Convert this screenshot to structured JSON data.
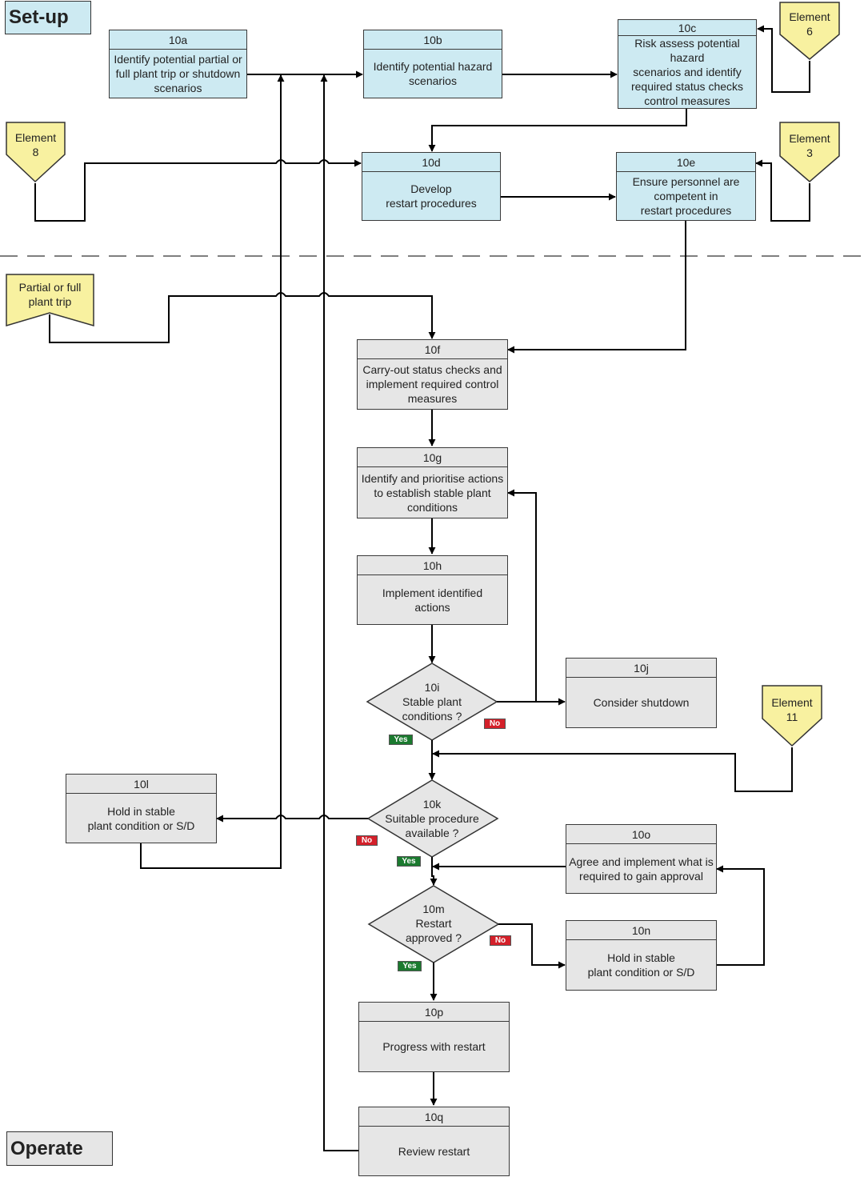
{
  "phases": {
    "setup": "Set-up",
    "operate": "Operate"
  },
  "boxes": {
    "b10a": {
      "id": "10a",
      "text": "Identify potential partial or\nfull plant trip or shutdown\nscenarios"
    },
    "b10b": {
      "id": "10b",
      "text": "Identify potential hazard\nscenarios"
    },
    "b10c": {
      "id": "10c",
      "text": "Risk assess potential hazard\nscenarios and identify\nrequired status checks\ncontrol measures"
    },
    "b10d": {
      "id": "10d",
      "text": "Develop\nrestart procedures"
    },
    "b10e": {
      "id": "10e",
      "text": "Ensure personnel are\ncompetent in\nrestart procedures"
    },
    "b10f": {
      "id": "10f",
      "text": "Carry-out status checks and\nimplement required control\nmeasures"
    },
    "b10g": {
      "id": "10g",
      "text": "Identify and prioritise actions\nto establish stable plant\nconditions"
    },
    "b10h": {
      "id": "10h",
      "text": "Implement identified\nactions"
    },
    "b10j": {
      "id": "10j",
      "text": "Consider shutdown"
    },
    "b10l": {
      "id": "10l",
      "text": "Hold in stable\nplant condition or S/D"
    },
    "b10o": {
      "id": "10o",
      "text": "Agree and implement what is\nrequired to gain approval"
    },
    "b10n": {
      "id": "10n",
      "text": "Hold in stable\nplant condition or S/D"
    },
    "b10p": {
      "id": "10p",
      "text": "Progress with restart"
    },
    "b10q": {
      "id": "10q",
      "text": "Review restart"
    }
  },
  "decisions": {
    "d10i": "10i\nStable plant\nconditions ?",
    "d10k": "10k\nSuitable procedure\navailable  ?",
    "d10m": "10m\nRestart\napproved  ?"
  },
  "pentagons": {
    "el6": "Element\n6",
    "el8": "Element\n8",
    "el3": "Element\n3",
    "el11": "Element\n11",
    "trip": "Partial or full\nplant trip"
  },
  "labels": {
    "yes": "Yes",
    "no": "No"
  },
  "colors": {
    "setup_fill": "#cdeaf2",
    "operate_fill": "#e6e6e6",
    "connector_fill": "#f8f1a0",
    "yes_badge": "#1b7a2f",
    "no_badge": "#d4202a"
  }
}
